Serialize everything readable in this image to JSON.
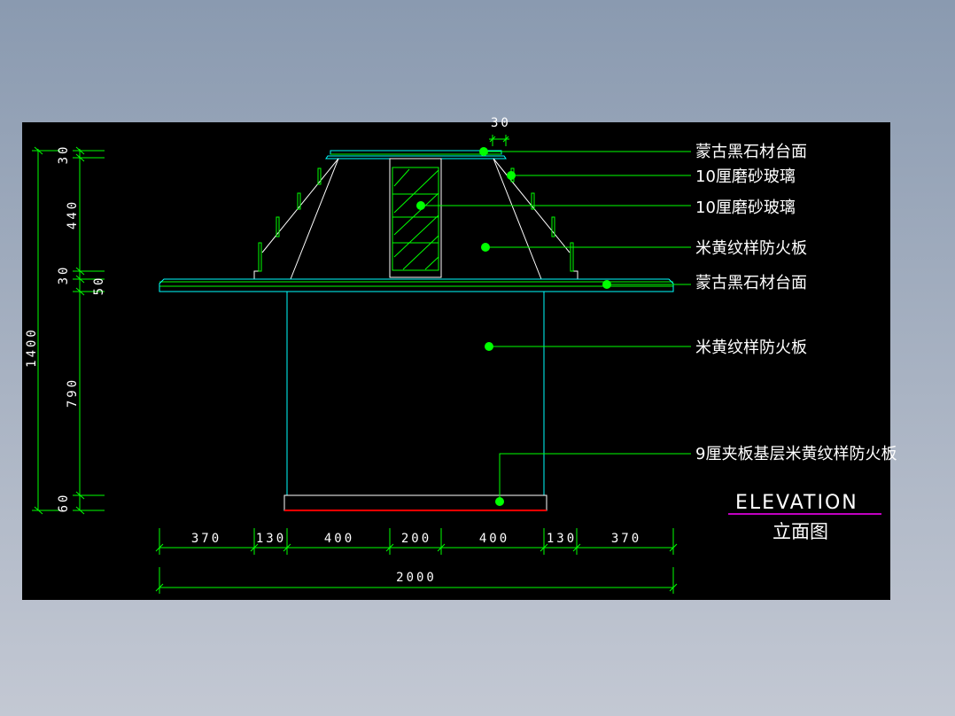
{
  "colors": {
    "canvas": "#000000",
    "green": "#00ff00",
    "cyan": "#00ffff",
    "white": "#ffffff",
    "red": "#ff0000",
    "magenta": "#ff00ff"
  },
  "labels": [
    "蒙古黑石材台面",
    "10厘磨砂玻璃",
    "10厘磨砂玻璃",
    "米黄纹样防火板",
    "蒙古黑石材台面",
    "米黄纹样防火板",
    "9厘夹板基层米黄纹样防火板"
  ],
  "top_dim": "30",
  "left_dims": {
    "total": "1400",
    "d1": "30",
    "d2": "440",
    "d3": "30",
    "d4": "50",
    "d5": "790",
    "d6": "60"
  },
  "bottom_dims": [
    "370",
    "130",
    "400",
    "200",
    "400",
    "130",
    "370"
  ],
  "bottom_total": "2000",
  "title": {
    "en": "ELEVATION",
    "zh": "立面图"
  }
}
